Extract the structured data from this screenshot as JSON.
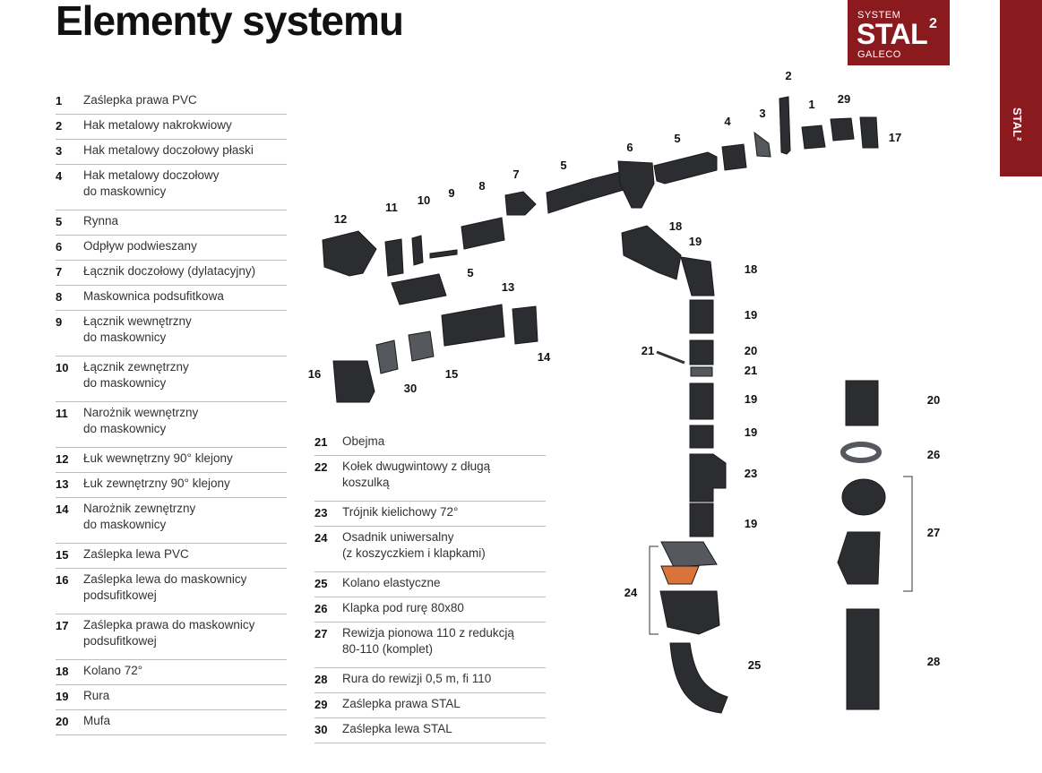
{
  "title": "Elementy systemu",
  "logo": {
    "system": "SYSTEM",
    "stal": "STAL",
    "sup": "2",
    "galeco": "GALECO"
  },
  "side_tab": "STAL²",
  "list_left": [
    {
      "num": "1",
      "label": "Zaślepka prawa PVC"
    },
    {
      "num": "2",
      "label": "Hak metalowy nakrokwiowy"
    },
    {
      "num": "3",
      "label": "Hak metalowy doczołowy płaski"
    },
    {
      "num": "4",
      "label": "Hak metalowy doczołowy\ndo maskownicy"
    },
    {
      "num": "5",
      "label": "Rynna"
    },
    {
      "num": "6",
      "label": "Odpływ podwieszany"
    },
    {
      "num": "7",
      "label": "Łącznik doczołowy (dylatacyjny)"
    },
    {
      "num": "8",
      "label": "Maskownica podsufitkowa"
    },
    {
      "num": "9",
      "label": "Łącznik wewnętrzny\ndo maskownicy"
    },
    {
      "num": "10",
      "label": "Łącznik zewnętrzny\ndo maskownicy"
    },
    {
      "num": "11",
      "label": "Narożnik wewnętrzny\ndo maskownicy"
    },
    {
      "num": "12",
      "label": "Łuk wewnętrzny 90° klejony"
    },
    {
      "num": "13",
      "label": "Łuk zewnętrzny 90° klejony"
    },
    {
      "num": "14",
      "label": "Narożnik zewnętrzny\ndo maskownicy"
    },
    {
      "num": "15",
      "label": "Zaślepka lewa PVC"
    },
    {
      "num": "16",
      "label": "Zaślepka lewa do maskownicy\npodsufitkowej"
    },
    {
      "num": "17",
      "label": "Zaślepka prawa do maskownicy\npodsufitkowej"
    },
    {
      "num": "18",
      "label": "Kolano 72°"
    },
    {
      "num": "19",
      "label": "Rura"
    },
    {
      "num": "20",
      "label": "Mufa"
    }
  ],
  "list_right": [
    {
      "num": "21",
      "label": "Obejma"
    },
    {
      "num": "22",
      "label": "Kołek dwugwintowy z długą\nkoszulką"
    },
    {
      "num": "23",
      "label": "Trójnik kielichowy 72°"
    },
    {
      "num": "24",
      "label": "Osadnik uniwersalny\n(z koszyczkiem i klapkami)"
    },
    {
      "num": "25",
      "label": "Kolano elastyczne"
    },
    {
      "num": "26",
      "label": "Klapka pod rurę 80x80"
    },
    {
      "num": "27",
      "label": "Rewizja pionowa 110 z redukcją\n80-110 (komplet)"
    },
    {
      "num": "28",
      "label": "Rura do rewizji 0,5 m, fi 110"
    },
    {
      "num": "29",
      "label": "Zaślepka prawa STAL"
    },
    {
      "num": "30",
      "label": "Zaślepka lewa STAL"
    }
  ],
  "callouts": [
    "2",
    "4",
    "3",
    "1",
    "29",
    "17",
    "6",
    "5",
    "7",
    "5",
    "8",
    "9",
    "10",
    "11",
    "12",
    "18",
    "19",
    "18",
    "19",
    "20",
    "21",
    "21",
    "19",
    "19",
    "23",
    "19",
    "5",
    "13",
    "14",
    "15",
    "30",
    "16",
    "24",
    "25",
    "20",
    "26",
    "27",
    "28"
  ],
  "colors": {
    "brand": "#8b1a1f",
    "part": "#2b2d30",
    "part_light": "#55585c",
    "basket": "#d9733a"
  }
}
